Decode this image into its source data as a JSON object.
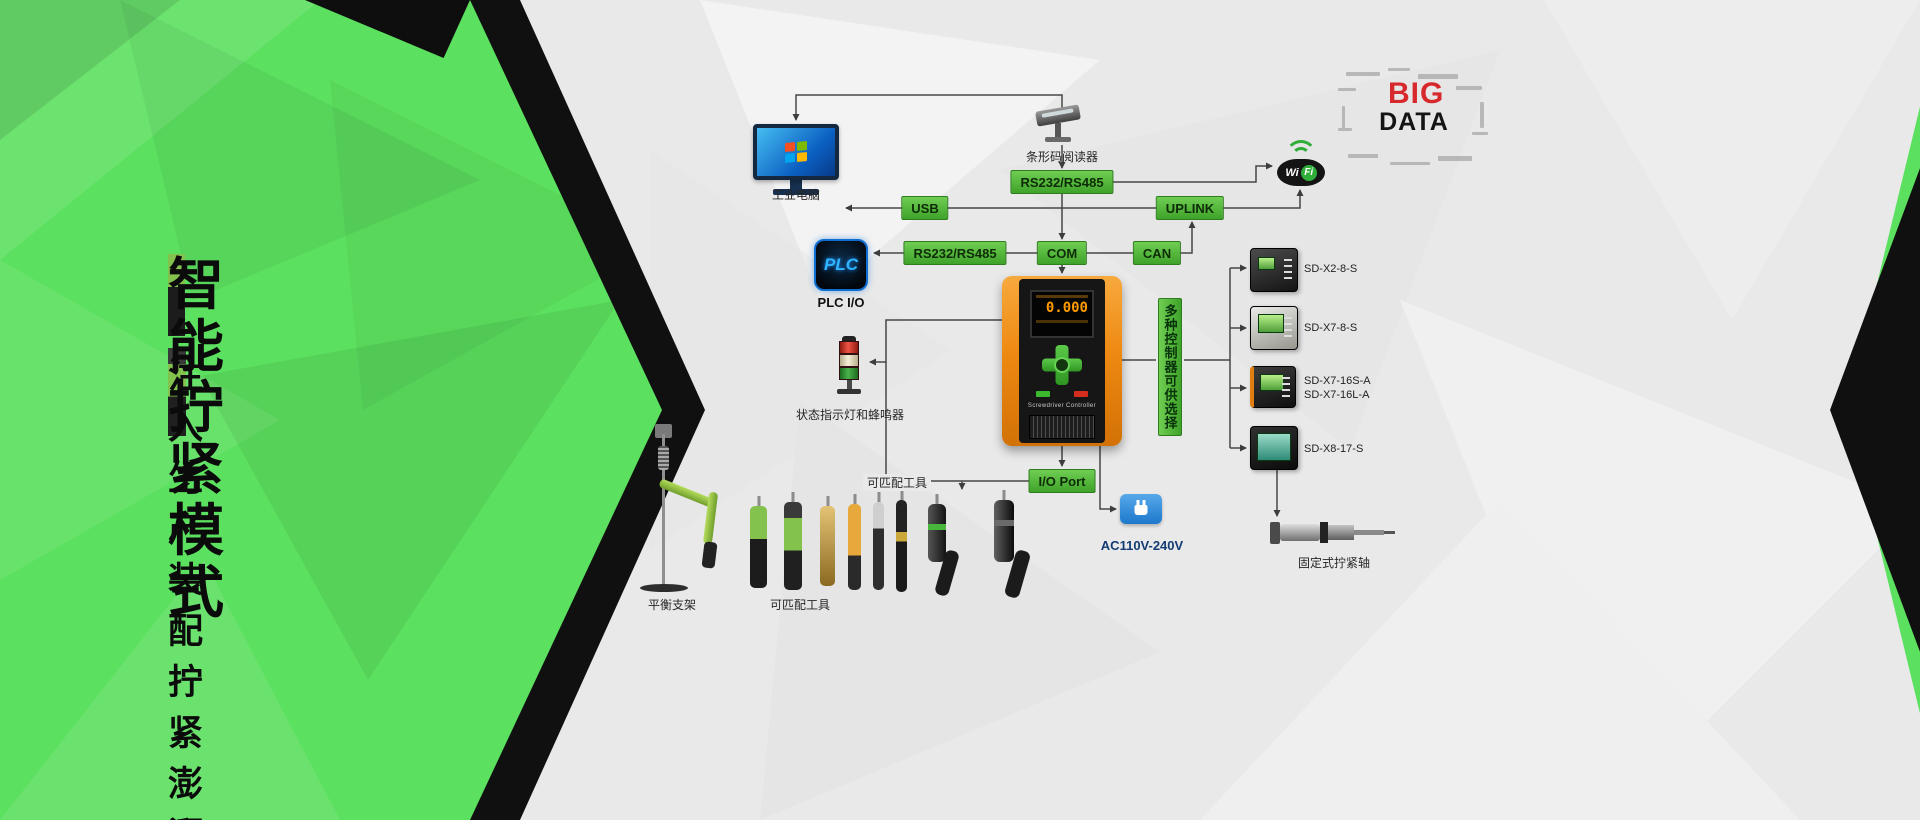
{
  "hero": {
    "title": "智能拧紧模式",
    "subtitle": "注入生产装配拧紧澎湃生命力"
  },
  "colors": {
    "brand_green": "#5ce05f",
    "box_green": "#4aa832",
    "controller_orange": "#ee8a12",
    "power_blue": "#1d78cc",
    "big_red": "#d7282c"
  },
  "nodes": {
    "industrial_pc": {
      "label": "工业电脑"
    },
    "barcode_reader": {
      "label": "条形码阅读器"
    },
    "rs232_top": {
      "label": "RS232/RS485"
    },
    "usb": {
      "label": "USB"
    },
    "uplink": {
      "label": "UPLINK"
    },
    "rs232_left": {
      "label": "RS232/RS485"
    },
    "com": {
      "label": "COM"
    },
    "can": {
      "label": "CAN"
    },
    "plc": {
      "icon_text": "PLC",
      "label": "PLC I/O"
    },
    "status_light": {
      "label": "状态指示灯和蜂鸣器"
    },
    "controller": {
      "screen_value": "0.000",
      "brand": "Screwdriver Controller"
    },
    "selector": {
      "label": "多种控制器可供选择"
    },
    "io_port": {
      "label": "I/O Port"
    },
    "power": {
      "label": "AC110V-240V"
    },
    "tools_top": {
      "label": "可匹配工具"
    },
    "tools_bottom": {
      "label": "可匹配工具"
    },
    "balance": {
      "label": "平衡支架"
    },
    "fixed_axis": {
      "label": "固定式拧紧轴"
    },
    "wifi": {
      "wi": "Wi",
      "fi": "Fi"
    },
    "bigdata": {
      "line1": "BIG",
      "line2": "DATA"
    }
  },
  "models": [
    {
      "label": "SD-X2-8-S"
    },
    {
      "label": "SD-X7-8-S"
    },
    {
      "label": "SD-X7-16S-A",
      "label2": "SD-X7-16L-A"
    },
    {
      "label": "SD-X8-17-S"
    }
  ]
}
